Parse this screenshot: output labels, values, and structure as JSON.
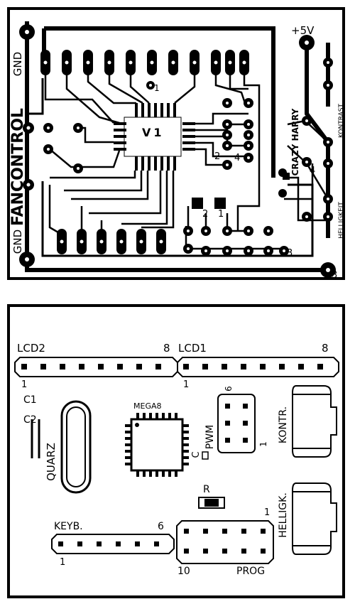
{
  "copper": {
    "title": "FANCONTROL",
    "gnd_top": "GND",
    "gnd_bottom": "GND",
    "vcc": "+5V",
    "version": "V1",
    "author": "CRAZY HARRY",
    "kontrast": "KONTRAST",
    "helligkeit": "HELLIGKEIT",
    "pin1": "1",
    "pin2a": "2",
    "pin4a": "4",
    "pin2b": "2",
    "pin1b": "1",
    "pin3a": "3",
    "pin4b": "4",
    "pin3b": "3"
  },
  "silk": {
    "lcd2": "LCD2",
    "lcd2_end": "8",
    "lcd2_start": "1",
    "lcd1": "LCD1",
    "lcd1_end": "8",
    "lcd1_start": "1",
    "c1": "C1",
    "c2": "C2",
    "quarz": "QUARZ",
    "mcu": "MEGA8",
    "c3": "C",
    "pwm": "PWM",
    "pwm_6": "6",
    "pwm_1": "1",
    "kontr": "KONTR.",
    "r": "R",
    "hellig": "HELLIGK.",
    "hellig_1": "1",
    "keyb": "KEYB.",
    "keyb_6": "6",
    "keyb_1": "1",
    "prog_10": "10",
    "prog": "PROG"
  }
}
